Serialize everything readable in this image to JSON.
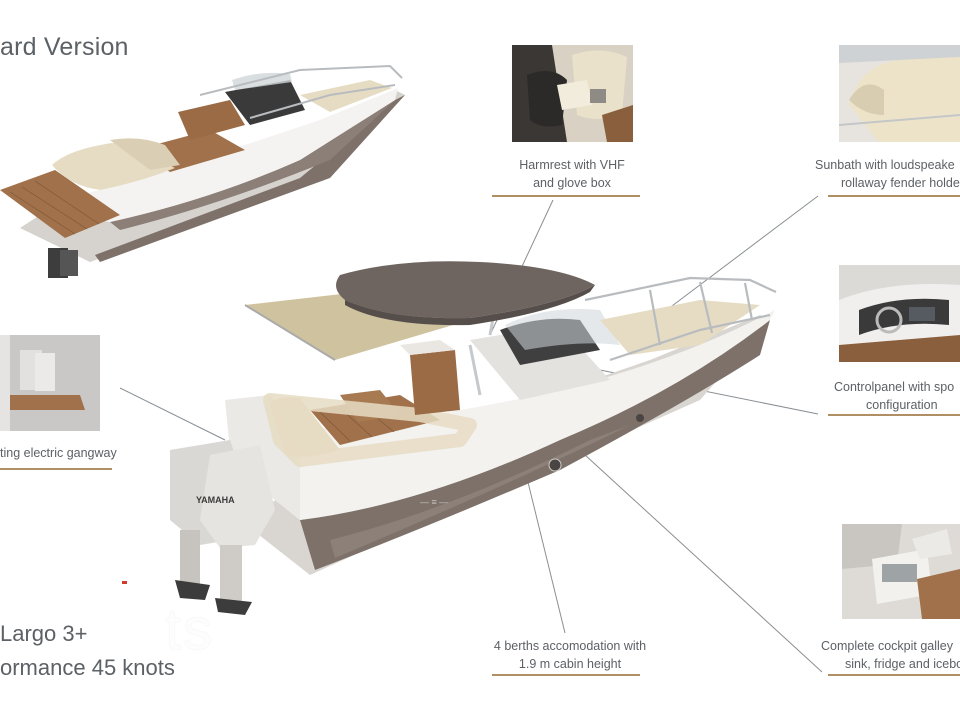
{
  "header": {
    "version_title": "ard Version"
  },
  "model": {
    "line1": "Largo 3+",
    "line2": "ormance 45 knots"
  },
  "watermark": {
    "text": "ts"
  },
  "features": [
    {
      "id": "armrest",
      "line1": "Harmrest with VHF",
      "line2": "and glove box"
    },
    {
      "id": "sunbath",
      "line1": "Sunbath with loudspeake",
      "line2": "rollaway fender holde"
    },
    {
      "id": "controlpanel",
      "line1": "Controlpanel with spo",
      "line2": "configuration"
    },
    {
      "id": "galley",
      "line1": "Complete cockpit galley",
      "line2": "sink, fridge and icebo"
    },
    {
      "id": "berths",
      "line1": "4 berths accomodation with",
      "line2": "1.9 m cabin height"
    },
    {
      "id": "gangway",
      "line1": "ting electric gangway"
    }
  ],
  "engine_brand": "YAMAHA",
  "colors": {
    "accent_rule": "#b08f64",
    "hull_brown": "#7d716a",
    "deck_teak": "#a0714a",
    "upholstery": "#e6dcc3",
    "canopy": "#6f6560",
    "text": "#5c6166"
  }
}
